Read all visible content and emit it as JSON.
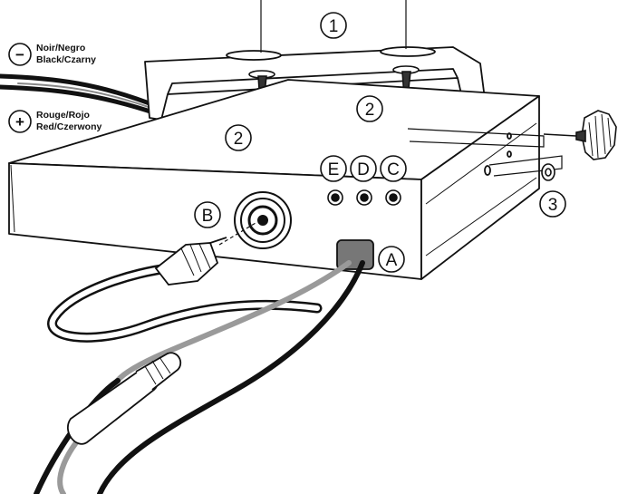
{
  "polarity": {
    "negative_symbol": "−",
    "negative_line1": "Noir/Negro",
    "negative_line2": "Black/Czarny",
    "positive_symbol": "+",
    "positive_line1": "Rouge/Rojo",
    "positive_line2": "Red/Czerwony"
  },
  "callouts": {
    "c1": "1",
    "c2a": "2",
    "c2b": "2",
    "c3": "3",
    "a": "A",
    "b": "B",
    "c": "C",
    "d": "D",
    "e": "E"
  },
  "colors": {
    "line": "#111111",
    "fill": "#ffffff",
    "cable_gray": "#9a9a9a",
    "socket": "#777777"
  }
}
